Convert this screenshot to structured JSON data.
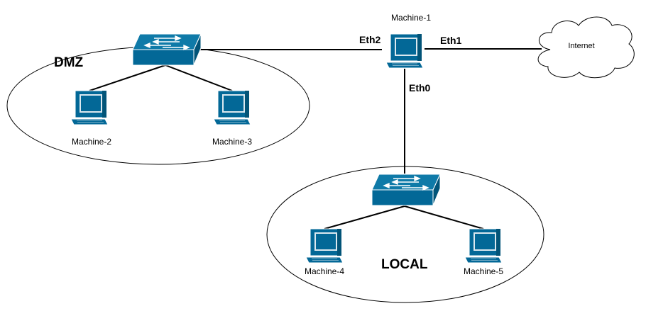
{
  "zones": {
    "dmz": "DMZ",
    "local": "LOCAL"
  },
  "machines": {
    "m1": "Machine-1",
    "m2": "Machine-2",
    "m3": "Machine-3",
    "m4": "Machine-4",
    "m5": "Machine-5"
  },
  "interfaces": {
    "eth0": "Eth0",
    "eth1": "Eth1",
    "eth2": "Eth2"
  },
  "cloud": {
    "label": "Internet"
  },
  "colors": {
    "device_fill": "#036897",
    "device_light": "#dbe8ef",
    "line": "#000000"
  },
  "icons": {
    "switch": "network-switch-icon",
    "computer": "workstation-icon",
    "cloud": "cloud-icon"
  }
}
